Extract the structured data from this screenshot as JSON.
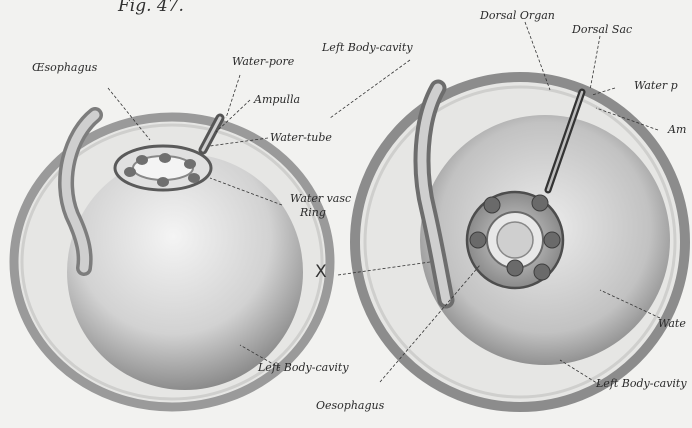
{
  "figure": {
    "title": "Fig. 47."
  },
  "center_mark": "X",
  "left_labels": {
    "oesophagus": "Œsophagus",
    "water_pore": "Water-pore",
    "ampulla": "Ampulla",
    "water_tube": "Water-tube",
    "water_vasc_ring_1": "Water vasc",
    "water_vasc_ring_2": "Ring",
    "left_body_cavity_top": "Left Body-cavity",
    "left_body_cavity_bottom": "Left Body-cavity"
  },
  "right_labels": {
    "dorsal_organ": "Dorsal Organ",
    "dorsal_sac": "Dorsal Sac",
    "water_pore": "Water p",
    "ampulla_cut": "Am",
    "water_cut": "Wate",
    "left_body_cavity_bottom": "Left Body-cavity",
    "oesophagus": "Oesophagus"
  }
}
